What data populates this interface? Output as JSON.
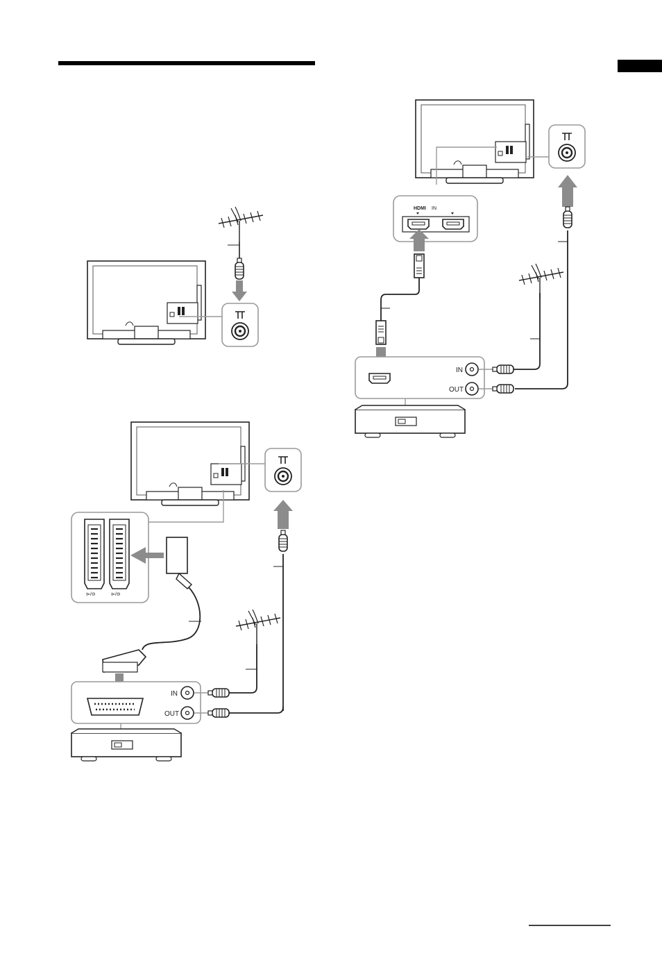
{
  "labels": {
    "in": "IN",
    "out": "OUT",
    "hdmi_logo": "HDMI",
    "hdmi_in": "IN"
  },
  "colors": {
    "line": "#222222",
    "arrow": "#8c8c8c",
    "panel_border": "#9a9a9a",
    "tv_fill": "#d9d9d9",
    "tab": "#000000"
  }
}
